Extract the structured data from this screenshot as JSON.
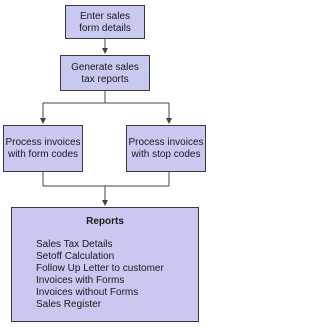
{
  "boxes": {
    "enter": "Enter sales\nform details",
    "generate": "Generate sales\ntax reports",
    "form_codes": "Process invoices\nwith form codes",
    "stop_codes": "Process invoices\nwith stop codes"
  },
  "reports": {
    "title": "Reports",
    "items": [
      "Sales Tax Details",
      "Setoff Calculation",
      "Follow Up Letter to customer",
      "Invoices with Forms",
      "Invoices without Forms",
      "Sales Register"
    ]
  },
  "colors": {
    "box_fill": "#c8c8f0",
    "border": "#3a3a3a",
    "connector": "#444444"
  }
}
